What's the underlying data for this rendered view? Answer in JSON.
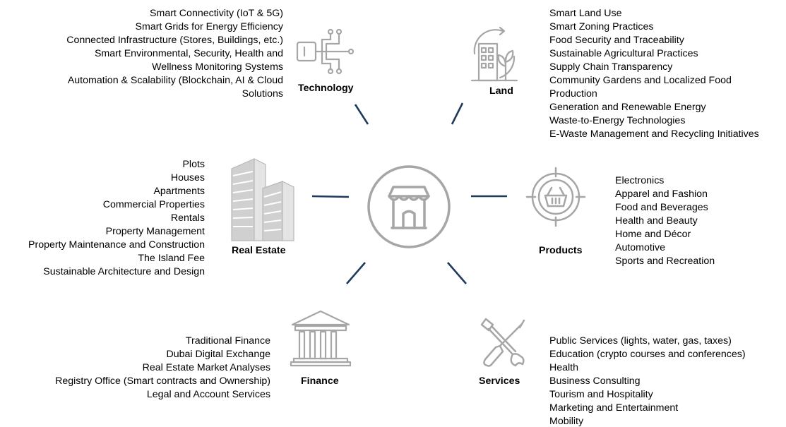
{
  "colors": {
    "connector": "#1f3a5c",
    "icon_stroke": "#a6a6a6",
    "text": "#000000"
  },
  "center": {
    "icon": "storefront-icon"
  },
  "categories": {
    "technology": {
      "label": "Technology",
      "icon": "circuit-chip-icon",
      "items": [
        "Smart Connectivity (IoT & 5G)",
        "Smart Grids for Energy Efficiency",
        "Connected Infrastructure (Stores, Buildings, etc.)",
        "Smart Environmental, Security, Health and",
        "Wellness Monitoring Systems",
        "Automation & Scalability (Blockchain, AI & Cloud",
        "Solutions"
      ]
    },
    "land": {
      "label": "Land",
      "icon": "building-plant-cycle-icon",
      "items": [
        "Smart Land Use",
        "Smart Zoning Practices",
        "Food Security and Traceability",
        "Sustainable Agricultural Practices",
        "Supply Chain Transparency",
        "Community Gardens and Localized Food",
        "Production",
        "Generation and Renewable Energy",
        "Waste-to-Energy Technologies",
        "E-Waste Management and Recycling Initiatives"
      ]
    },
    "real_estate": {
      "label": "Real Estate",
      "icon": "skyscrapers-icon",
      "items": [
        "Plots",
        "Houses",
        "Apartments",
        "Commercial Properties",
        "Rentals",
        "Property Management",
        "Property Maintenance and Construction",
        "The Island Fee",
        "Sustainable Architecture and Design"
      ]
    },
    "products": {
      "label": "Products",
      "icon": "basket-target-icon",
      "items": [
        "Electronics",
        "Apparel and Fashion",
        "Food and Beverages",
        "Health and Beauty",
        "Home and Décor",
        "Automotive",
        "Sports and Recreation"
      ]
    },
    "finance": {
      "label": "Finance",
      "icon": "bank-building-icon",
      "items": [
        "Traditional Finance",
        "Dubai Digital Exchange",
        "Real Estate Market Analyses",
        "Registry Office (Smart contracts and Ownership)",
        "Legal and Account Services"
      ]
    },
    "services": {
      "label": "Services",
      "icon": "wrench-screwdriver-icon",
      "items": [
        "Public Services (lights, water, gas, taxes)",
        "Education (crypto courses and conferences)",
        "Health",
        "Business Consulting",
        "Tourism and Hospitality",
        "Marketing and Entertainment",
        "Mobility"
      ]
    }
  }
}
